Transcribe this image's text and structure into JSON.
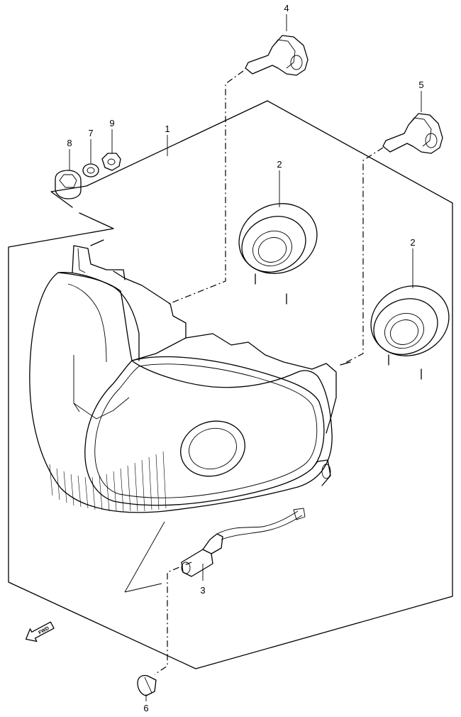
{
  "callouts": [
    {
      "id": "callout-1",
      "label": "1"
    },
    {
      "id": "callout-2a",
      "label": "2"
    },
    {
      "id": "callout-2b",
      "label": "2"
    },
    {
      "id": "callout-3",
      "label": "3"
    },
    {
      "id": "callout-4",
      "label": "4"
    },
    {
      "id": "callout-5",
      "label": "5"
    },
    {
      "id": "callout-6",
      "label": "6"
    },
    {
      "id": "callout-7",
      "label": "7"
    },
    {
      "id": "callout-8",
      "label": "8"
    },
    {
      "id": "callout-9",
      "label": "9"
    }
  ],
  "fwd_label": "FWD"
}
